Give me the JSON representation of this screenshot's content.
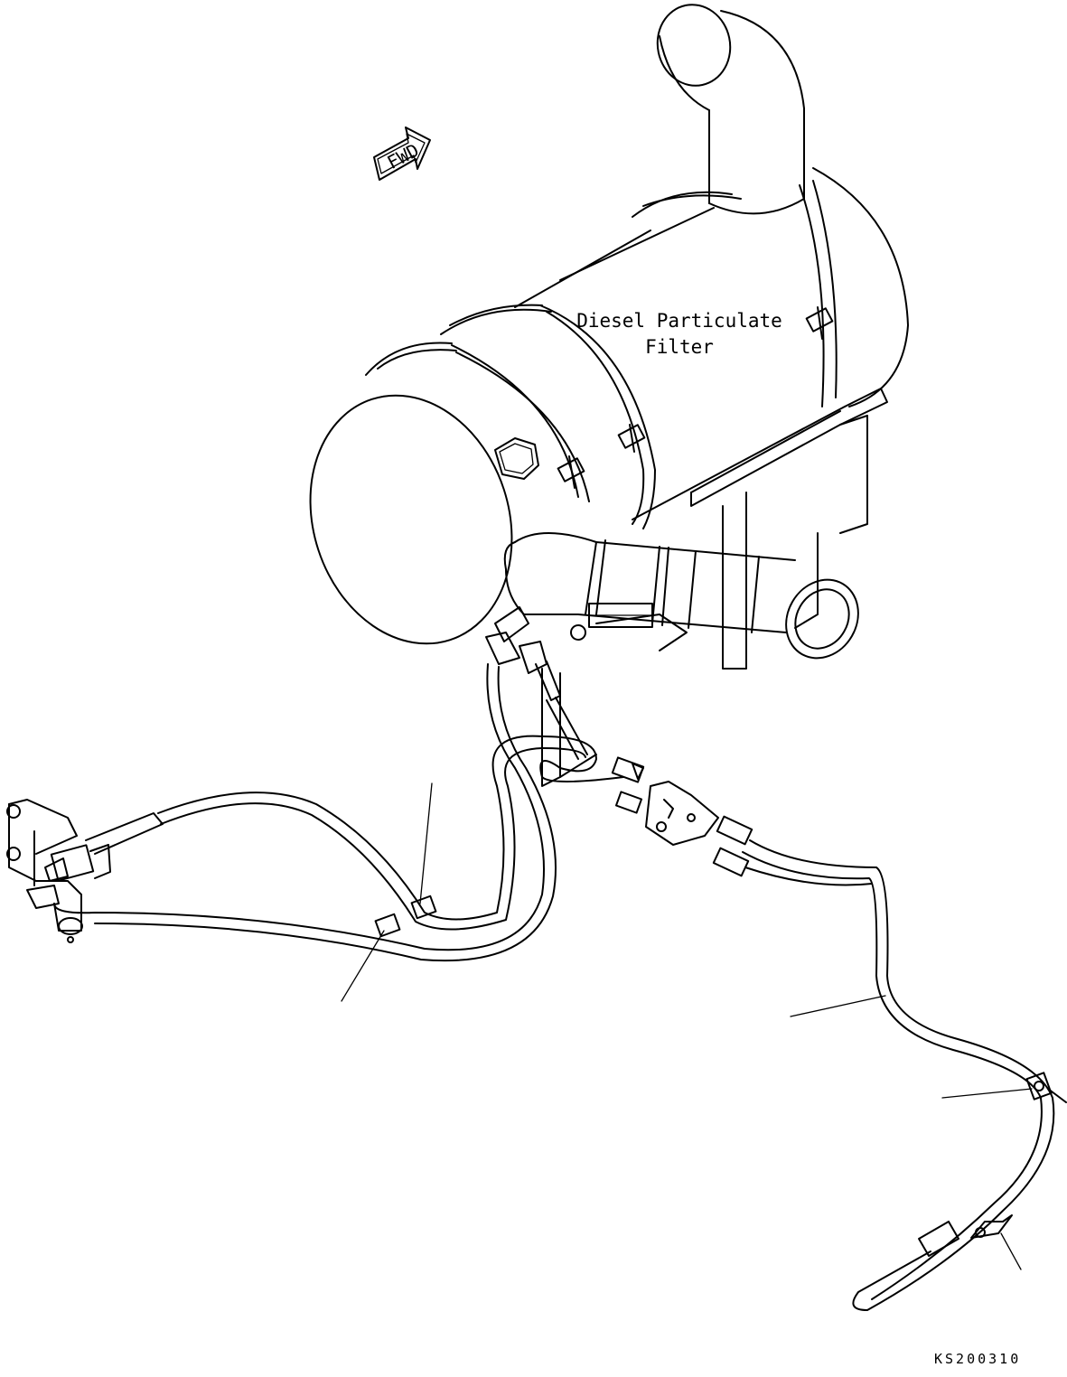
{
  "diagram": {
    "component_label_line1": "Diesel Particulate",
    "component_label_line2": "Filter",
    "direction_marker": "FWD",
    "drawing_code": "KS200310"
  }
}
